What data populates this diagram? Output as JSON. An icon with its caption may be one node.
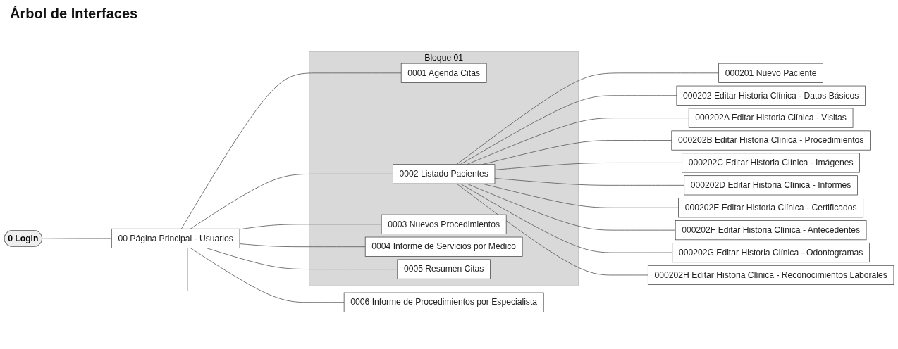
{
  "diagram": {
    "title": "Árbol de Interfaces",
    "nodes": [
      {
        "text": [
          "0 Login"
        ]
      },
      {
        "text": [
          "00 Página Principal - Usuarios"
        ]
      },
      {
        "text": [
          "Bloque 01"
        ]
      },
      {
        "text": [
          "0001 Agenda Citas"
        ],
        "in": 2
      },
      {
        "text": [
          "0002 Listado Pacientes"
        ],
        "in": 2
      },
      {
        "text": [
          "0003 Nuevos Procedimientos"
        ],
        "in": 2
      },
      {
        "text": [
          "0004 Informe de Servicios por Médico"
        ],
        "in": 2
      },
      {
        "text": [
          "0005 Resumen Citas"
        ],
        "in": 2
      },
      {
        "text": [
          "0006 Informe de Procedimientos por Especialista"
        ]
      },
      {
        "text": [
          "000201 Nuevo Paciente"
        ]
      },
      {
        "text": [
          "000202 Editar Historia Clínica - Datos Básicos"
        ]
      },
      {
        "text": [
          "000202A Editar Historia Clínica - Visitas"
        ]
      },
      {
        "text": [
          "000202B Editar Historia Clínica - Procedimientos"
        ]
      },
      {
        "text": [
          "000202C Editar Historia Clínica - Imágenes"
        ]
      },
      {
        "text": [
          "000202D Editar Historia Clínica - Informes"
        ]
      },
      {
        "text": [
          "000202E Editar Historia Clínica - Certificados"
        ]
      },
      {
        "text": [
          "000202F Editar Historia Clínica - Antecedentes"
        ]
      },
      {
        "text": [
          "000202G Editar Historia Clínica - Odontogramas"
        ]
      },
      {
        "text": [
          "000202H Editar Historia Clínica - Reconocimientos Laborales"
        ]
      }
    ],
    "edges": [
      {
        "from": 0,
        "to": 1,
        "arrow": "none"
      },
      {
        "from": 1,
        "to": null,
        "arrow": "none"
      },
      {
        "from": 1,
        "to": 3,
        "arrow": "none"
      },
      {
        "from": 1,
        "to": 4,
        "arrow": "none"
      },
      {
        "from": 1,
        "to": 5,
        "arrow": "none"
      },
      {
        "from": 1,
        "to": 6,
        "arrow": "none"
      },
      {
        "from": 1,
        "to": 7,
        "arrow": "none"
      },
      {
        "from": 1,
        "to": 8,
        "arrow": "none"
      },
      {
        "from": 4,
        "to": 9,
        "arrow": "none"
      },
      {
        "from": 4,
        "to": 10,
        "arrow": "none"
      },
      {
        "from": 4,
        "to": 11,
        "arrow": "none"
      },
      {
        "from": 4,
        "to": 12,
        "arrow": "none"
      },
      {
        "from": 4,
        "to": 13,
        "arrow": "none"
      },
      {
        "from": 4,
        "to": 14,
        "arrow": "none"
      },
      {
        "from": 4,
        "to": 15,
        "arrow": "none"
      },
      {
        "from": 4,
        "to": 16,
        "arrow": "none"
      },
      {
        "from": 4,
        "to": 17,
        "arrow": "none"
      },
      {
        "from": 4,
        "to": 18,
        "arrow": "none"
      }
    ]
  }
}
